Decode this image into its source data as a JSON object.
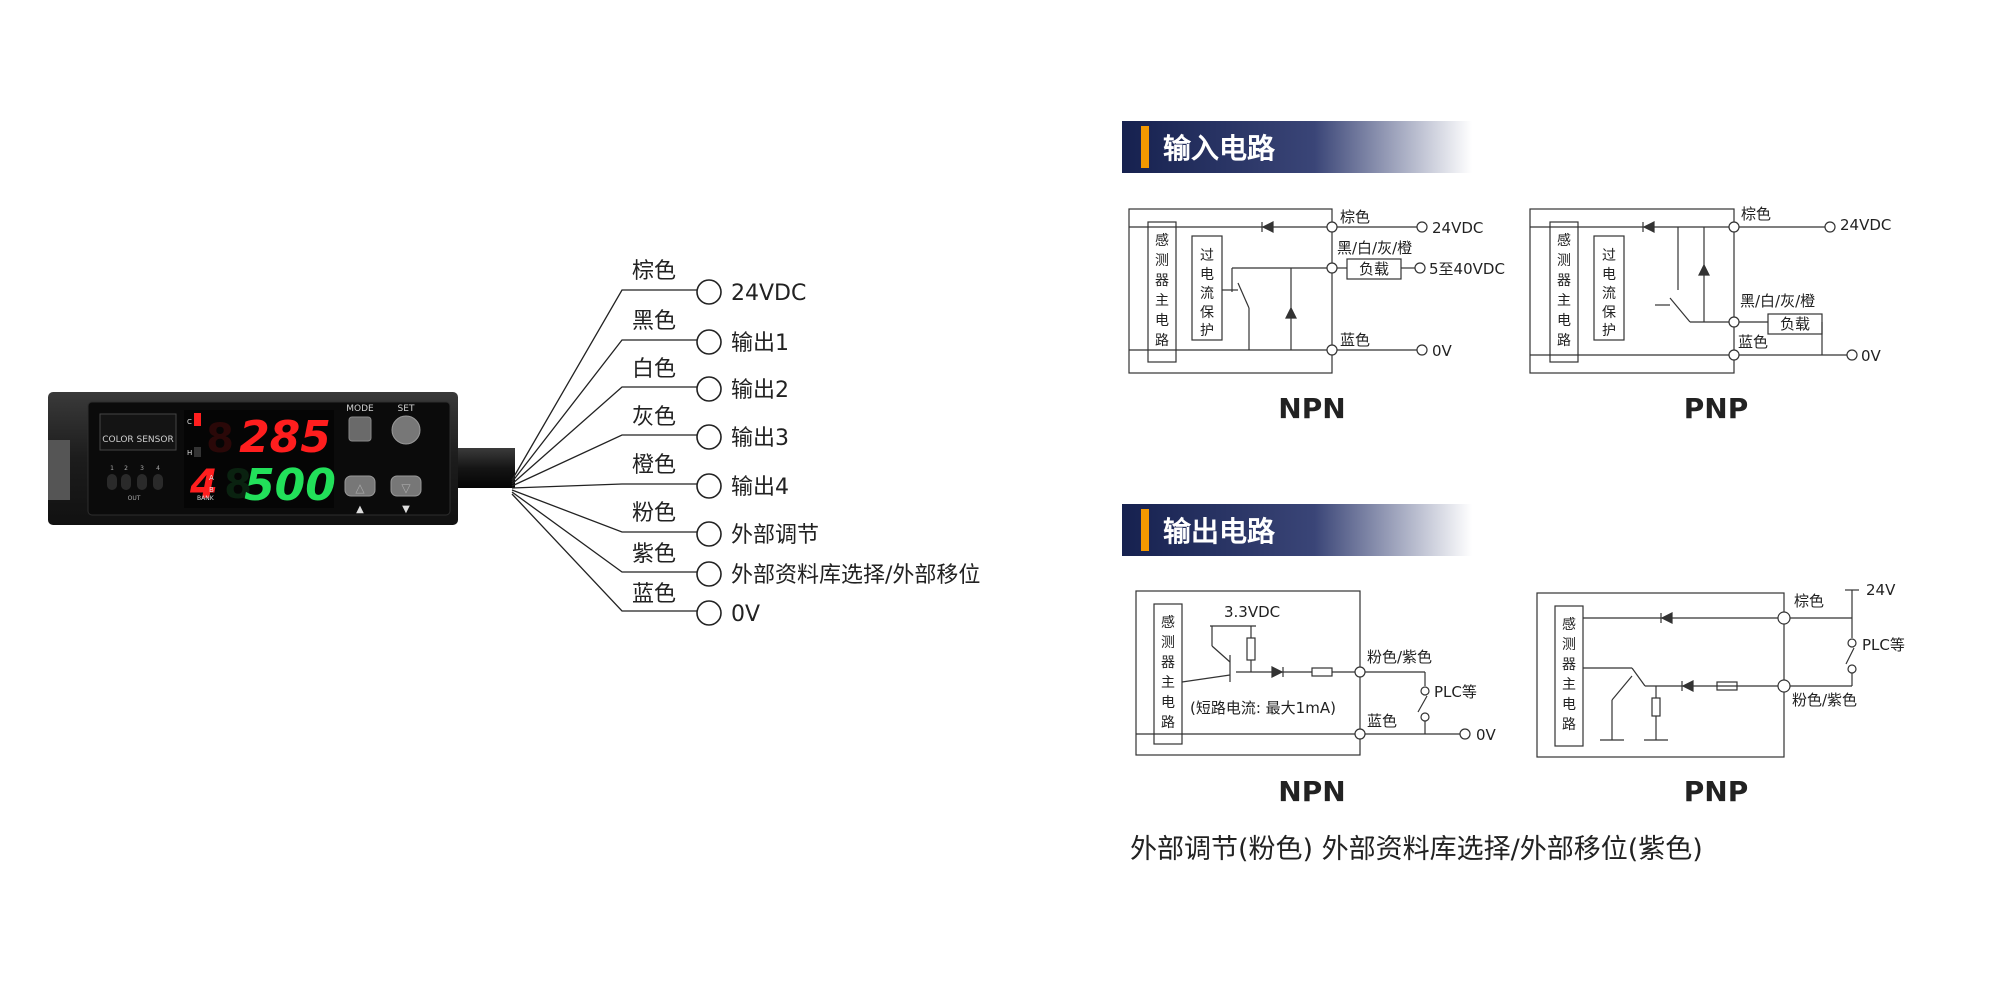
{
  "sensor": {
    "label": "COLOR SENSOR",
    "mode_label": "MODE",
    "set_label": "SET",
    "out_label": "OUT",
    "out_numbers": [
      "1",
      "2",
      "3",
      "4"
    ],
    "c_label": "C",
    "h_label": "H",
    "a_label": "A",
    "b_label": "B",
    "bank_label": "BANK",
    "display_top": "285",
    "display_bottom": "500",
    "display_bank": "4",
    "colors": {
      "red": "#ff1e1e",
      "green": "#22e05a",
      "body": "#1b1b1b"
    }
  },
  "wires": [
    {
      "color": "棕色",
      "function": "24VDC"
    },
    {
      "color": "黑色",
      "function": "输出1"
    },
    {
      "color": "白色",
      "function": "输出2"
    },
    {
      "color": "灰色",
      "function": "输出3"
    },
    {
      "color": "橙色",
      "function": "输出4"
    },
    {
      "color": "粉色",
      "function": "外部调节"
    },
    {
      "color": "紫色",
      "function": "外部资料库选择/外部移位"
    },
    {
      "color": "蓝色",
      "function": "0V"
    }
  ],
  "input_section": {
    "title": "输入电路",
    "npn": {
      "caption": "NPN",
      "main_circuit": [
        "感",
        "测",
        "器",
        "主",
        "电",
        "路"
      ],
      "protection": [
        "过",
        "电",
        "流",
        "保",
        "护"
      ],
      "brown": "棕色",
      "supply": "24VDC",
      "output_wires": "黑/白/灰/橙",
      "load": "负载",
      "load_voltage": "5至40VDC",
      "blue": "蓝色",
      "zero": "0V"
    },
    "pnp": {
      "caption": "PNP",
      "main_circuit": [
        "感",
        "测",
        "器",
        "主",
        "电",
        "路"
      ],
      "protection": [
        "过",
        "电",
        "流",
        "保",
        "护"
      ],
      "brown": "棕色",
      "supply": "24VDC",
      "output_wires": "黑/白/灰/橙",
      "load": "负载",
      "blue": "蓝色",
      "zero": "0V"
    }
  },
  "output_section": {
    "title": "输出电路",
    "npn": {
      "caption": "NPN",
      "main_circuit": [
        "感",
        "测",
        "器",
        "主",
        "电",
        "路"
      ],
      "voltage": "3.3VDC",
      "pink_purple": "粉色/紫色",
      "plc": "PLC等",
      "short_circuit": "(短路电流: 最大1mA)",
      "blue": "蓝色",
      "zero": "0V"
    },
    "pnp": {
      "caption": "PNP",
      "main_circuit": [
        "感",
        "测",
        "器",
        "主",
        "电",
        "路"
      ],
      "brown": "棕色",
      "supply": "24V",
      "plc": "PLC等",
      "pink_purple": "粉色/紫色"
    }
  },
  "footnote": "外部调节(粉色) 外部资料库选择/外部移位(紫色)",
  "accent": {
    "orange": "#f39800",
    "navy": "#1d2a5c"
  }
}
